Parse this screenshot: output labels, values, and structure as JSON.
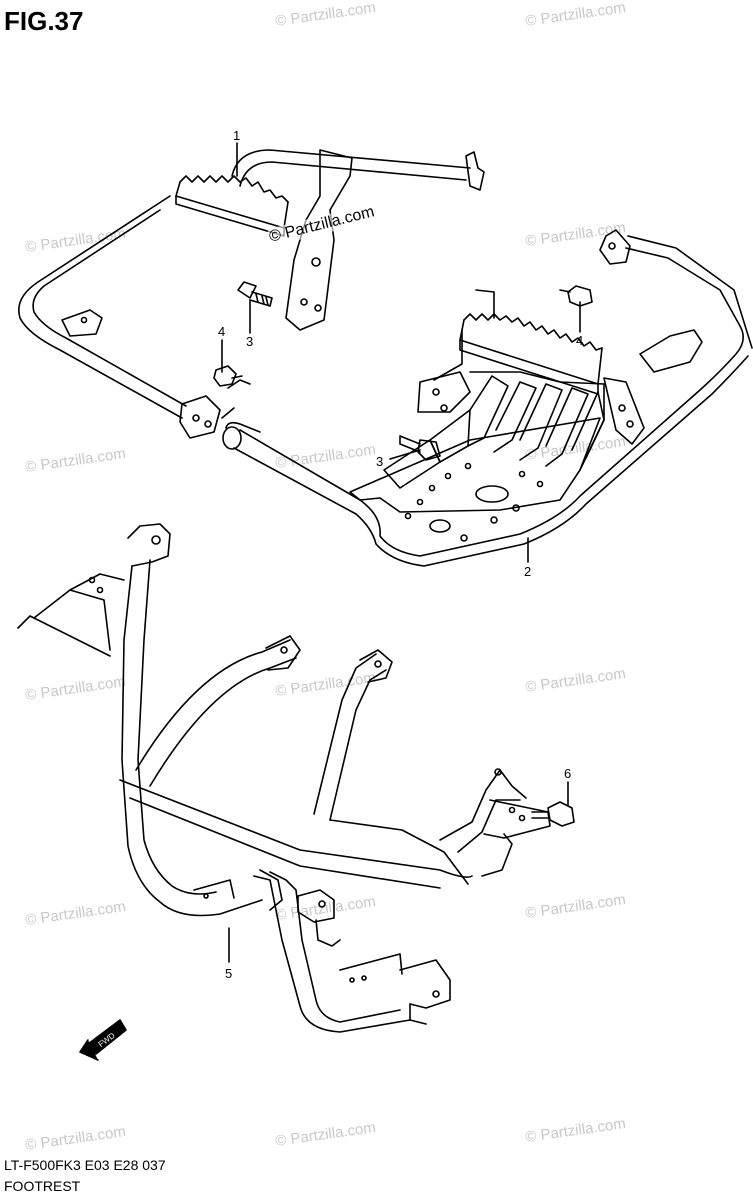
{
  "figure": {
    "title": "FIG.37"
  },
  "footer": {
    "code": "LT-F500FK3 E03 E28  037",
    "name": "FOOTREST"
  },
  "watermark": {
    "text": "© Partzilla.com",
    "main_text": "© Partzilla.com"
  },
  "callouts": [
    {
      "id": "1",
      "label": "1"
    },
    {
      "id": "2",
      "label": "2"
    },
    {
      "id": "3a",
      "label": "3"
    },
    {
      "id": "3b",
      "label": "3"
    },
    {
      "id": "4a",
      "label": "4"
    },
    {
      "id": "4b",
      "label": "4"
    },
    {
      "id": "5",
      "label": "5"
    },
    {
      "id": "6",
      "label": "6"
    }
  ],
  "fwd_arrow": {
    "label": "FWD"
  },
  "colors": {
    "line": "#000000",
    "watermark": "#c8c8c8"
  }
}
